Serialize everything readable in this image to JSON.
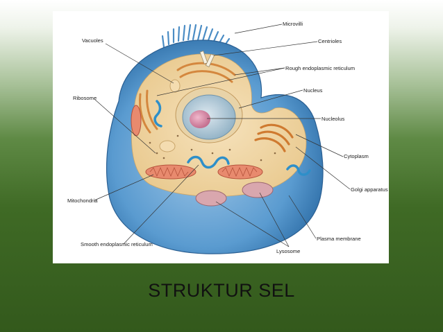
{
  "slide": {
    "title": "STRUKTUR SEL"
  },
  "diagram": {
    "labels": {
      "microvilli": "Microvilli",
      "centrioles": "Centrioles",
      "rough_er": "Rough endoplasmic reticulum",
      "nucleus": "Nucleus",
      "nucleolus": "Nucleolus",
      "cytoplasm": "Cytoplasm",
      "golgi": "Golgi apparatus",
      "plasma_membrane": "Plasma membrane",
      "lysosome": "Lysosome",
      "smooth_er": "Smooth endoplasmic reticulum",
      "mitochondria": "Mitochondria",
      "ribosome": "Ribosome",
      "vacuoles": "Vacuoles"
    },
    "colors": {
      "membrane": "#4a90c8",
      "cytoplasm": "#f0d7a6",
      "nucleus": "#b8ccd8",
      "nucleolus": "#d98ba6",
      "mitochondria": "#e07a5f",
      "golgi": "#d9843a",
      "smooth_er": "#2e8fc9",
      "lysosome": "#d4a0a8"
    }
  }
}
